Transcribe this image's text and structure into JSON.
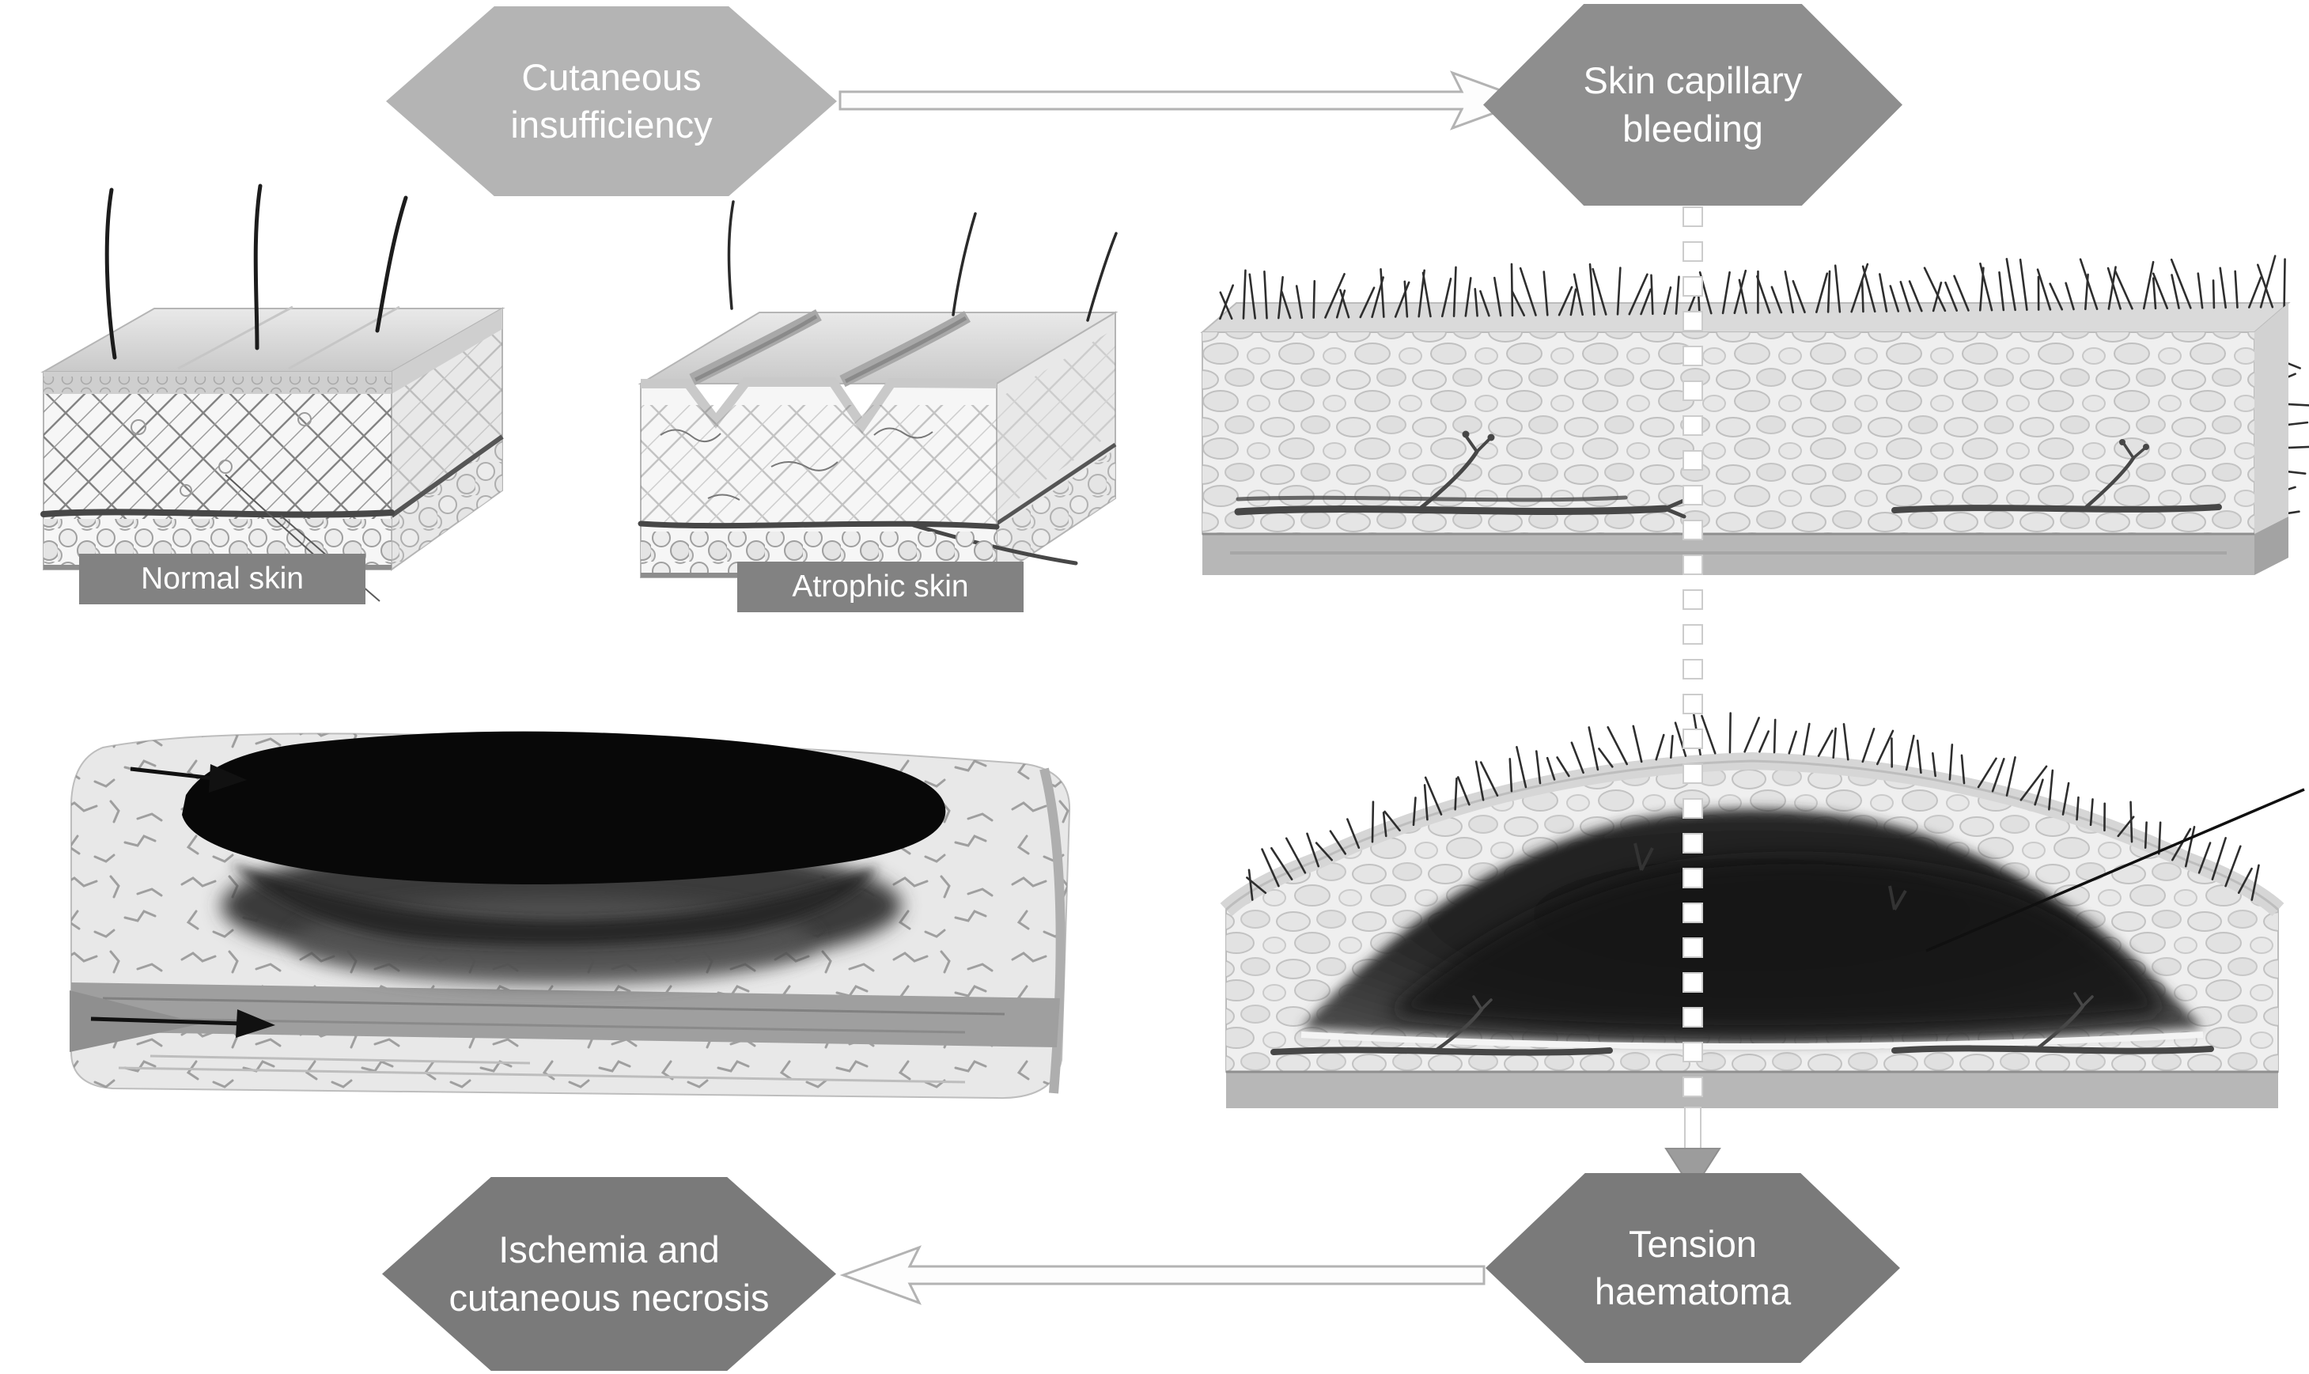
{
  "flowchart": {
    "cutaneous_insufficiency": "Cutaneous\ninsufficiency",
    "skin_capillary_bleeding": "Skin capillary\nbleeding",
    "tension_haematoma": "Tension\nhaematoma",
    "ischemia_necrosis": "Ischemia and\ncutaneous necrosis"
  },
  "captions": {
    "normal_skin": "Normal skin",
    "atrophic_skin": "Atrophic skin"
  },
  "colors": {
    "bg": "#ffffff",
    "hex_light": "#b4b4b4",
    "hex_medium": "#8e8e8e",
    "hex_dark": "#7a7a7a",
    "label_bg": "#828282",
    "label_text": "#ffffff",
    "arrow_fill": "#fdfdfd",
    "arrow_stroke": "#b3b3b3",
    "dash_fill": "#ffffff",
    "dash_stroke": "#cccccc",
    "arrowhead_gray": "#9c9c9c"
  }
}
